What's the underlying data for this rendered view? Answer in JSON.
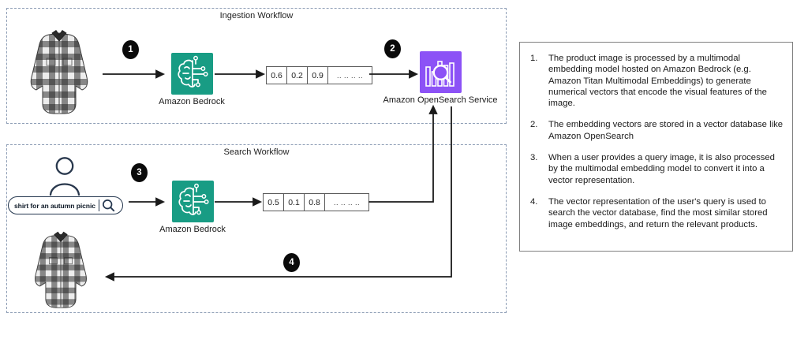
{
  "colors": {
    "bedrock-green": "#189c84",
    "opensearch-purple": "#8c52f6",
    "dashed-border": "#8d9db5",
    "arrow-black": "#1a1a1a",
    "person-navy": "#29384d"
  },
  "ingestion": {
    "title": "Ingestion Workflow",
    "step1_badge": "1",
    "step2_badge": "2",
    "bedrock_label": "Amazon Bedrock",
    "opensearch_label": "Amazon OpenSearch Service",
    "vector_cells": [
      "0.6",
      "0.2",
      "0.9",
      ".. .. .. .."
    ]
  },
  "search": {
    "title": "Search Workflow",
    "step3_badge": "3",
    "step4_badge": "4",
    "bedrock_label": "Amazon Bedrock",
    "query_text": "shirt for an autumn picnic",
    "vector_cells": [
      "0.5",
      "0.1",
      "0.8",
      ".. .. .. .."
    ]
  },
  "notes_panel": {
    "items": [
      {
        "num": "1.",
        "text": "The product image is processed by a multimodal embedding model hosted on Amazon Bedrock (e.g. Amazon Titan Multimodal Embeddings)  to generate numerical vectors that encode the visual features of the image."
      },
      {
        "num": "2.",
        "text": "The embedding vectors are stored in a vector database like Amazon OpenSearch"
      },
      {
        "num": "3.",
        "text": "When a user provides a query image, it is also processed by the multimodal embedding model to convert it into a vector representation."
      },
      {
        "num": "4.",
        "text": "The vector representation of the user's query is used to search the vector database, find the most similar stored image embeddings, and return the relevant products."
      }
    ]
  }
}
